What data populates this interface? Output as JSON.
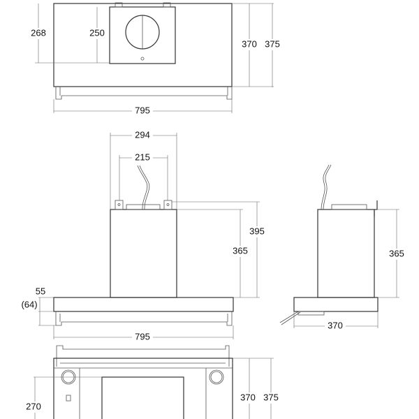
{
  "top_view": {
    "width": "795",
    "inner_height": "268",
    "panel_height": "250",
    "height": "370",
    "height_total": "375"
  },
  "front_view": {
    "chimney_width": "294",
    "bracket_spacing": "215",
    "chimney_height_total": "395",
    "chimney_height": "365",
    "canopy_height": "55",
    "rail_height": "(64)",
    "width": "795"
  },
  "side_view": {
    "chimney_height": "365",
    "depth": "370"
  },
  "bottom_view": {
    "height_a": "270",
    "height": "370",
    "height_total": "375"
  },
  "colors": {
    "line": "#333333",
    "dimension": "#666666"
  }
}
